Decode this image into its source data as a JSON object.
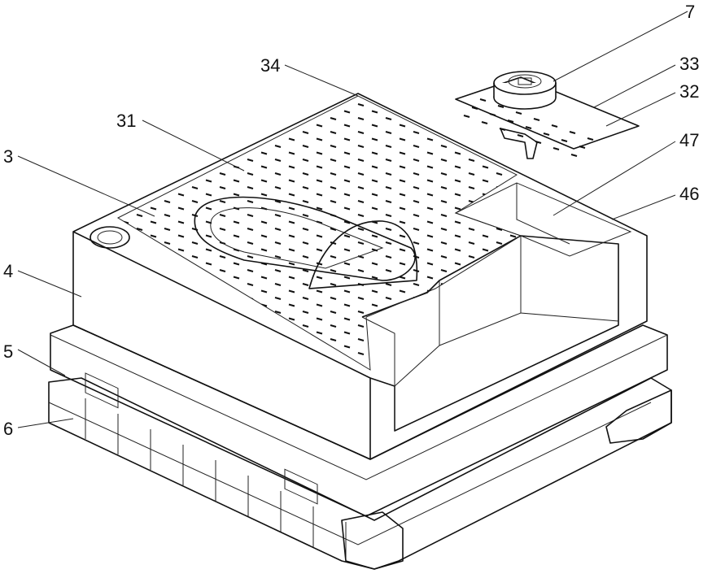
{
  "figure": {
    "labels": [
      {
        "id": "7",
        "text": "7"
      },
      {
        "id": "33",
        "text": "33"
      },
      {
        "id": "32",
        "text": "32"
      },
      {
        "id": "47",
        "text": "47"
      },
      {
        "id": "46",
        "text": "46"
      },
      {
        "id": "34",
        "text": "34"
      },
      {
        "id": "31",
        "text": "31"
      },
      {
        "id": "3",
        "text": "3"
      },
      {
        "id": "4",
        "text": "4"
      },
      {
        "id": "5",
        "text": "5"
      },
      {
        "id": "6",
        "text": "6"
      }
    ]
  }
}
